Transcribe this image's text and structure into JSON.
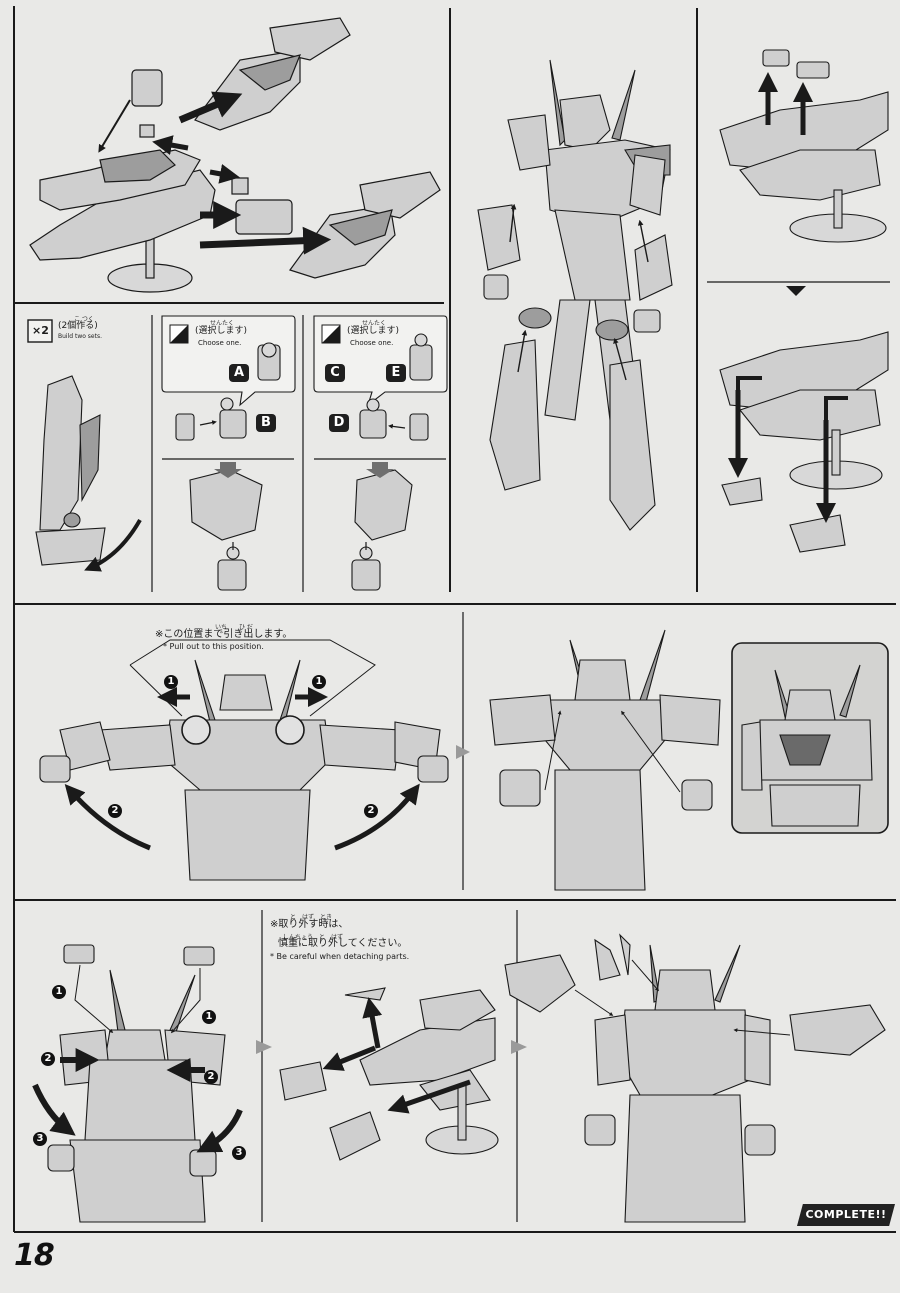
{
  "step1": {
    "build_two": "(2個作る)",
    "build_two_ruby": "こ つく",
    "build_two_en": "Build two sets.",
    "multiplier": "×2"
  },
  "choose_a": {
    "title": "(選択します)",
    "ruby": "せんたく",
    "en": "Choose one.",
    "options": [
      "A",
      "B"
    ]
  },
  "choose_b": {
    "title": "(選択します)",
    "ruby": "せんたく",
    "en": "Choose one.",
    "options": [
      "C",
      "E",
      "D"
    ]
  },
  "pull_note": {
    "jp": "※この位置まで引き出します。",
    "ruby": "いち　　ひ だ",
    "en": "* Pull out to this position."
  },
  "detach_note": {
    "jp1": "※取り外す時は、",
    "ruby1": "と　はず　とき",
    "jp2": "慎重に取り外してください。",
    "ruby2": "しんちょう　と　はず",
    "en": "* Be careful when detaching parts."
  },
  "step_numbers": [
    "1",
    "2",
    "3"
  ],
  "complete_label": "COMPLETE!!",
  "page_number": "18",
  "colors": {
    "page_bg": "#e9e9e7",
    "line": "#1a1a1a",
    "part_fill": "#cfcfcf",
    "part_shade": "#9d9d9d",
    "arrow": "#1a1a1a"
  }
}
